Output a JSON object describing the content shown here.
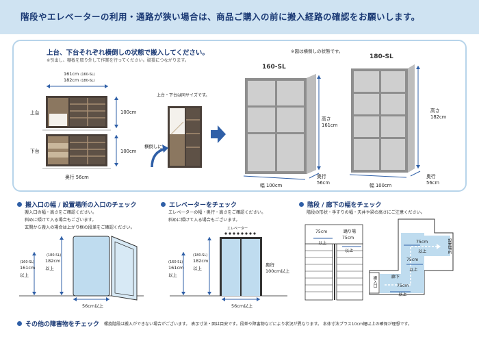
{
  "banner": {
    "text": "階段やエレベーターの利用・通路が狭い場合は、商品ご購入の前に搬入経路の確認をお願いします。"
  },
  "top": {
    "title": "上台、下台それぞれ横倒しの状態で搬入してください。",
    "note": "※引出し、棚板を取り外して作業を行ってください。破損につながります。",
    "width_lines": [
      "161cm",
      "(160-SL)",
      "182cm",
      "(180-SL)"
    ],
    "upper_label": "上台",
    "lower_label": "下台",
    "height_upper": "100cm",
    "height_lower": "100cm",
    "depth": "奥行 56cm",
    "same_size": "上台・下台は同サイズです。",
    "tilt": "横倒しに",
    "figure_note": "※図は横倒しの状態です。",
    "unit160": {
      "name": "160-SL",
      "height_label": "高さ",
      "height": "161cm",
      "depth_label": "奥行",
      "depth": "56cm",
      "width": "幅 100cm"
    },
    "unit180": {
      "name": "180-SL",
      "height_label": "高さ",
      "height": "182cm",
      "depth_label": "奥行",
      "depth": "56cm",
      "width": "幅 100cm"
    }
  },
  "entrance": {
    "title": "搬入口の幅 / 設置場所の入口のチェック",
    "lines": [
      "搬入口の幅・高さをご確認ください。",
      "斜めに傾けて入る場合もございます。",
      "玄関から搬入の場合は上がり框の段差をご確認ください。"
    ],
    "h160_model": "(160-SL)",
    "h160": "161cm",
    "h160_suffix": "以上",
    "h180_model": "(180-SL)",
    "h180": "182cm",
    "h180_suffix": "以上",
    "width": "56cm以上"
  },
  "elevator": {
    "title": "エレベーターをチェック",
    "lines": [
      "エレベーターの幅・奥行・高さをご確認ください。",
      "斜めに傾けて入る場合もございます。"
    ],
    "sign": "エレベーター",
    "h160_model": "(160-SL)",
    "h160": "161cm",
    "h160_suffix": "以上",
    "h180_model": "(180-SL)",
    "h180": "182cm",
    "h180_suffix": "以上",
    "depth_label": "奥行",
    "depth": "100cm以上",
    "width": "56cm以上"
  },
  "stairs": {
    "title": "階段 / 廊下の幅をチェック",
    "lines": [
      "階段の形状・手すりの幅・天井や梁の高さにご注意ください。"
    ],
    "w1": "75cm",
    "w1_suffix": "以上",
    "landing": "踊り場",
    "w2": "75cm",
    "w2_suffix": "以上",
    "w3": "75cm",
    "w3_suffix": "以上",
    "w4": "75cm",
    "w4_suffix": "以上",
    "hall": "廊下",
    "w5": "75cm",
    "w5_suffix": "以上",
    "entrance": "搬入口",
    "install": "設置場所"
  },
  "other": {
    "title": "その他の障害物をチェック",
    "text": "螺旋階段は搬入ができない場合がございます。 表示寸法・図は目安です。段差や障害物などにより状況が異なります。 本体寸法プラス10cm幅以上の確保が理想です。"
  },
  "colors": {
    "navy": "#1b3a75",
    "banner": "#cfe3f2",
    "blue_fill": "#bfdcef",
    "cabinet": "#8e8e8e",
    "wood": "#6b5a46"
  }
}
